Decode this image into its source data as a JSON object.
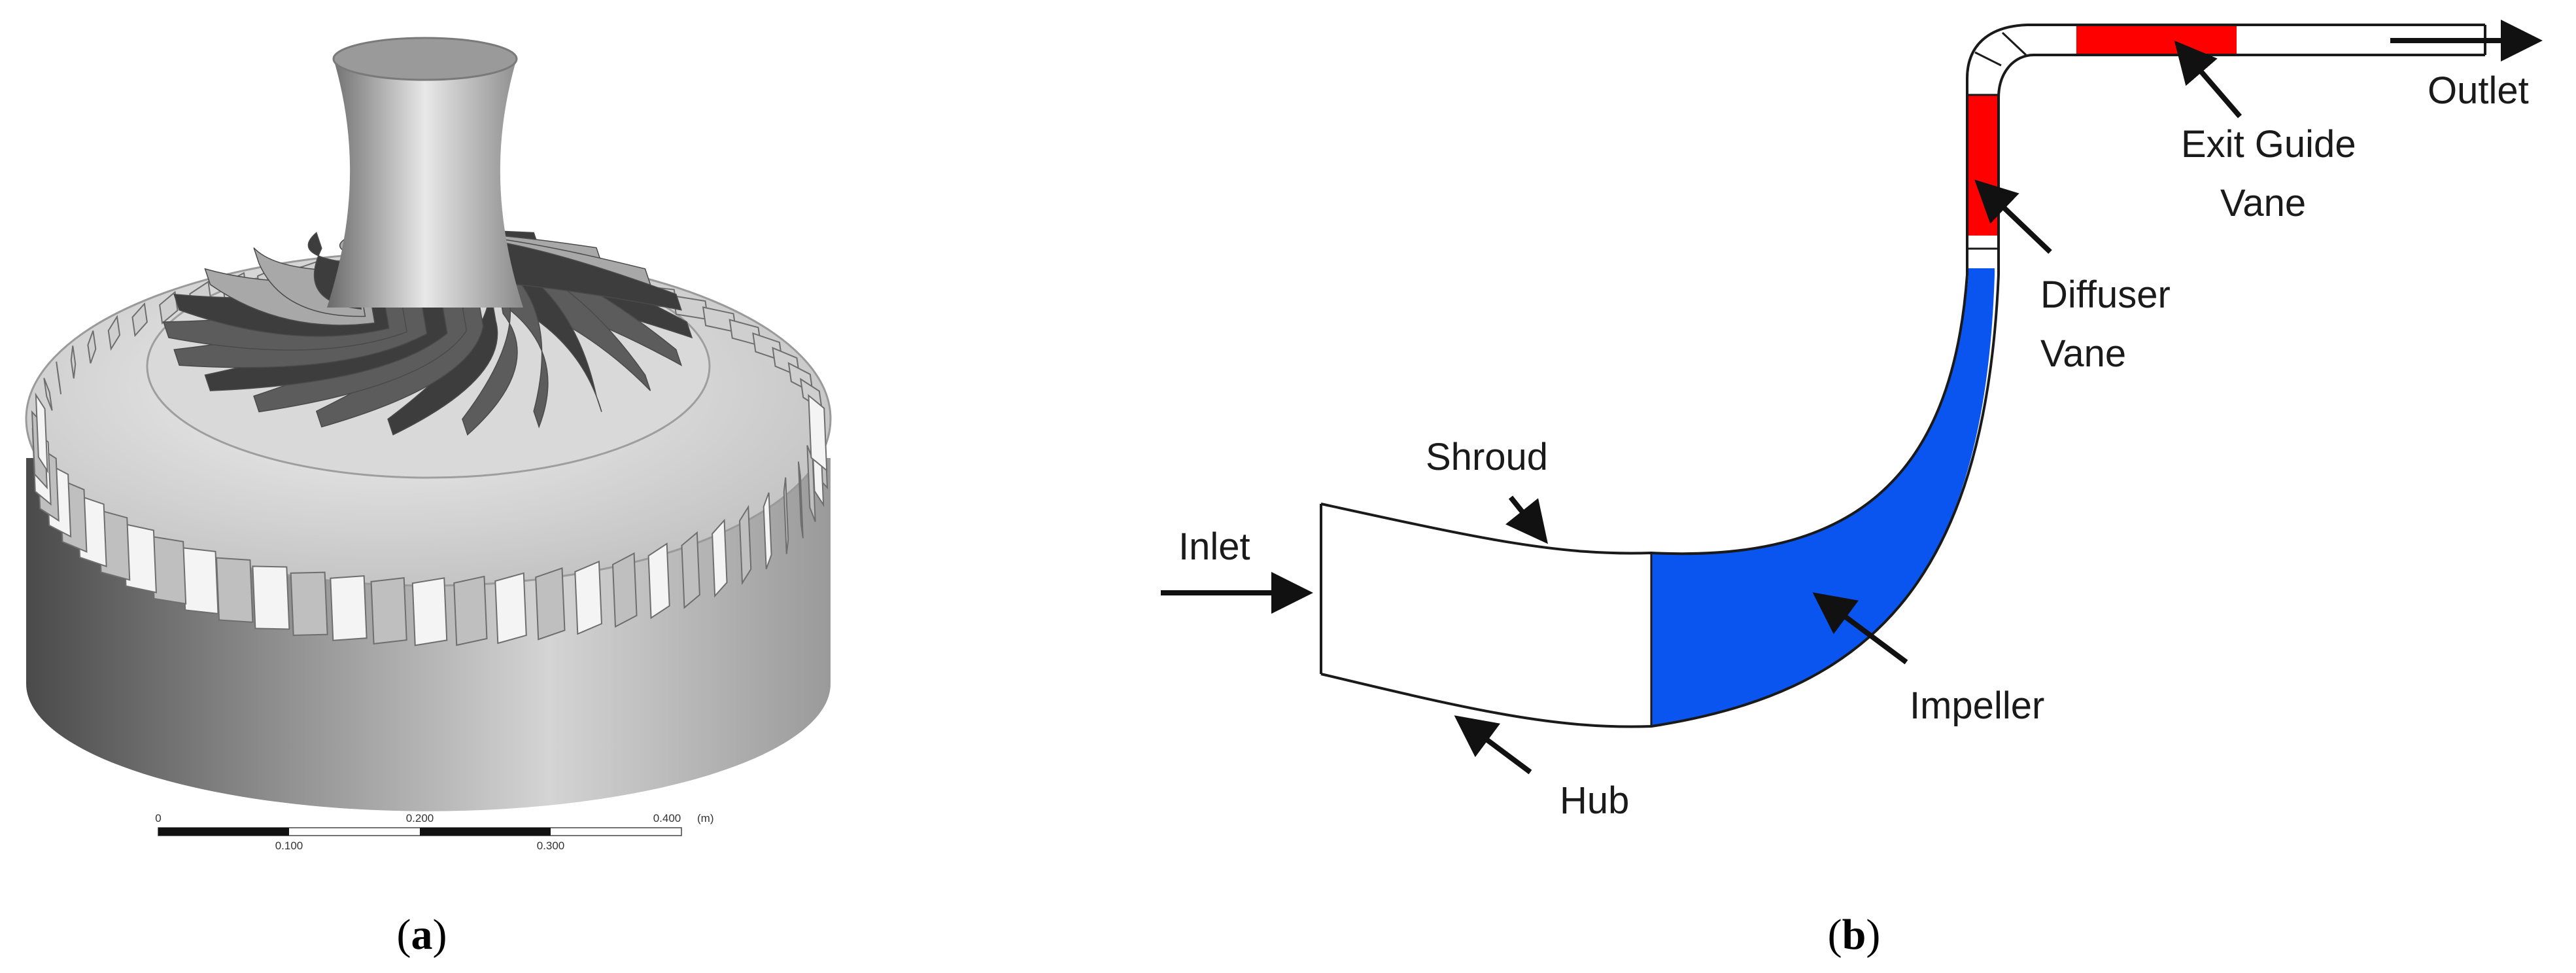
{
  "panel_a": {
    "caption_open": "(",
    "caption_letter": "a",
    "caption_close": ")",
    "scale_bar": {
      "top_labels": [
        "0",
        "0.200",
        "0.400"
      ],
      "unit": "(m)",
      "bottom_labels": [
        "0.100",
        "0.300"
      ]
    }
  },
  "panel_b": {
    "caption_open": "(",
    "caption_letter": "b",
    "caption_close": ")",
    "labels": {
      "inlet": "Inlet",
      "outlet": "Outlet",
      "shroud": "Shroud",
      "hub": "Hub",
      "impeller": "Impeller",
      "diffuser_line1": "Diffuser",
      "diffuser_line2": "Vane",
      "egv_line1": "Exit Guide",
      "egv_line2": "Vane"
    },
    "colors": {
      "impeller": "#0a55f0",
      "vanes": "#ff0000",
      "outline": "#1a1a1a"
    }
  }
}
